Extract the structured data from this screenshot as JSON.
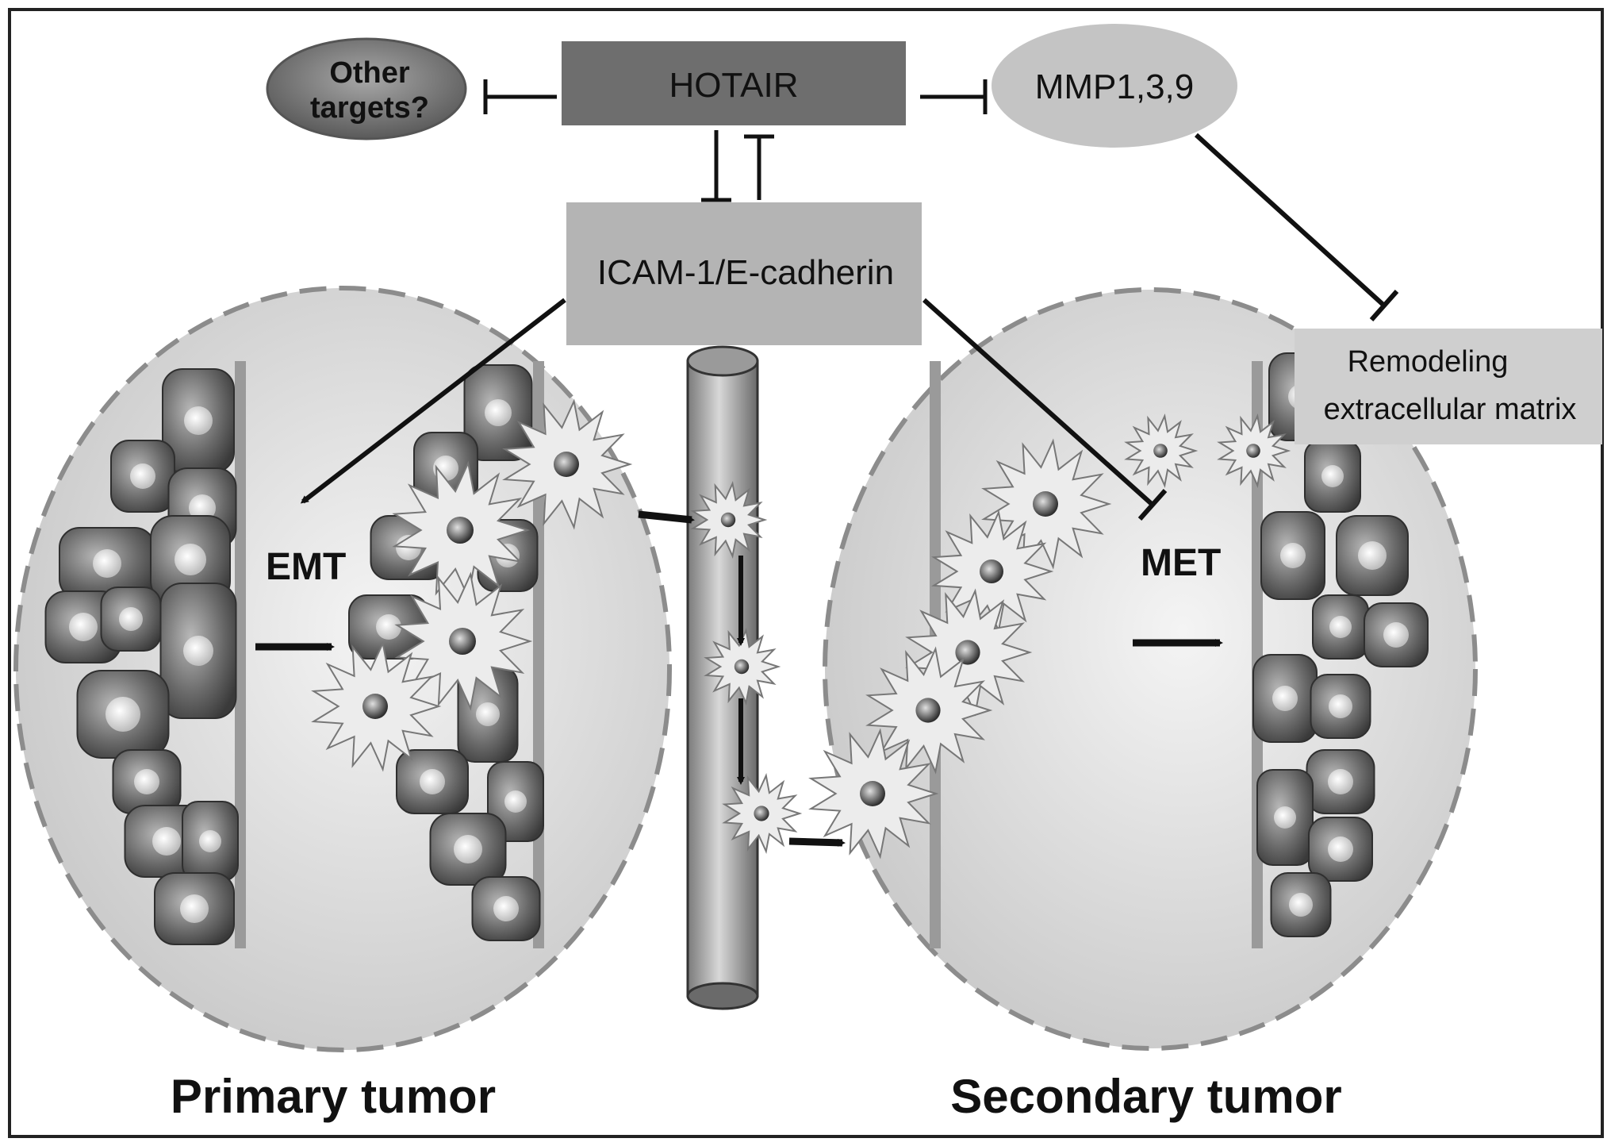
{
  "nodes": {
    "hotair": "HOTAIR",
    "other_targets_line1": "Other",
    "other_targets_line2": "targets?",
    "mmp": "MMP1,3,9",
    "icam": "ICAM-1/E-cadherin",
    "remodeling_line1": "Remodeling",
    "remodeling_line2": "extracellular matrix"
  },
  "processes": {
    "emt": "EMT",
    "met": "MET"
  },
  "captions": {
    "primary": "Primary tumor",
    "secondary": "Secondary tumor"
  },
  "colors": {
    "hotair_fill": "#6e6e6e",
    "icam_fill": "#b4b4b4",
    "mmp_fill": "#c4c4c4",
    "other_fill": "#7a7a7a",
    "remodel_fill": "#cfcfcf",
    "tissue_fill": "#d6d6d6",
    "cell_dark": "#555555",
    "cell_light": "#c8c8c8"
  }
}
